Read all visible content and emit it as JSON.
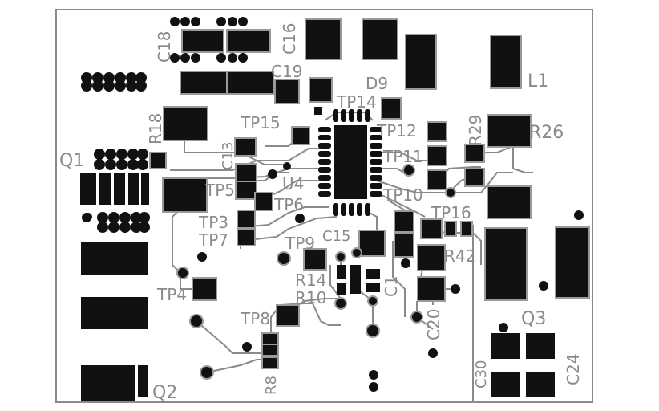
{
  "colors": {
    "background": "#ffffff",
    "outline": "#8a8a8a",
    "copper": "#111111",
    "silk": "#8a8a8a"
  },
  "labels": {
    "c18": "C18",
    "c16": "C16",
    "c19": "C19",
    "d9": "D9",
    "l1": "L1",
    "r18": "R18",
    "tp15": "TP15",
    "tp14": "TP14",
    "tp12": "TP12",
    "r29": "R29",
    "r26": "R26",
    "q1": "Q1",
    "c13": "C13",
    "tp11": "TP11",
    "tp5": "TP5",
    "u4": "U4",
    "tp6": "TP6",
    "tp10": "TP10",
    "tp16": "TP16",
    "tp3": "TP3",
    "tp7": "TP7",
    "tp9": "TP9",
    "c15": "C15",
    "r42": "R42",
    "r14": "R14",
    "tp4": "TP4",
    "c1x": "C1",
    "r10": "R10",
    "q3": "Q3",
    "tp8": "TP8",
    "c20": "C20",
    "c24": "C24",
    "r8": "R8",
    "c30": "C30",
    "q2": "Q2"
  }
}
